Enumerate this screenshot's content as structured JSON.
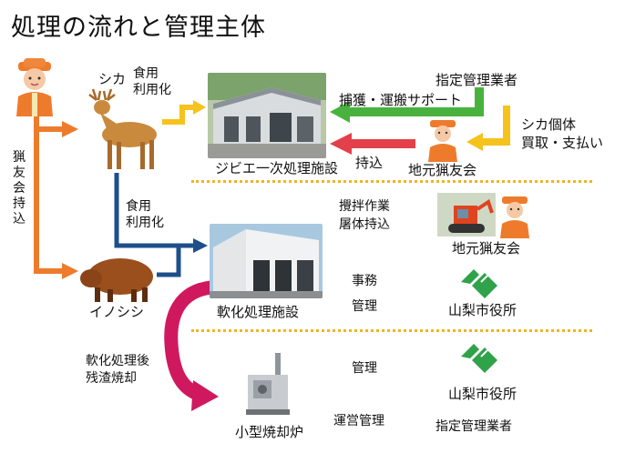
{
  "title": "処理の流れと管理主体",
  "labels": {
    "shika": "シカ",
    "food_use_1a": "食用",
    "food_use_1b": "利用化",
    "food_use_2a": "食用",
    "food_use_2b": "利用化",
    "inoshishi": "イノシシ",
    "ryouyuukai_mochikomi": [
      "猟",
      "友",
      "会",
      "持",
      "込"
    ],
    "gibier_facility": "ジビエ一次処理施設",
    "capture_support": "捕獲・運搬サポート",
    "mochikomi": "持込",
    "designated_manager_top": "指定管理業者",
    "deer_purchase_1": "シカ個体",
    "deer_purchase_2": "買取・支払い",
    "local_hunters_1": "地元猟友会",
    "stirring_1": "攪拌作業",
    "stirring_2": "屠体持込",
    "local_hunters_2": "地元猟友会",
    "jimu": "事務",
    "kanri_1": "管理",
    "softening_facility": "軟化処理施設",
    "yamanashi_1": "山梨市役所",
    "after_softening_1": "軟化処理後",
    "after_softening_2": "残渣焼却",
    "kanri_2": "管理",
    "yamanashi_2": "山梨市役所",
    "incinerator": "小型焼却炉",
    "operation_mgmt": "運営管理",
    "designated_manager_bottom": "指定管理業者"
  },
  "colors": {
    "orange_arrow": "#ee7b2c",
    "navy_arrow": "#1e4f8a",
    "yellow_arrow": "#f6c21c",
    "green_arrow": "#49b23e",
    "red_arrow": "#e3404b",
    "magenta_arrow": "#d0185f",
    "dotted_line": "#f2b324"
  },
  "icons": [
    "hunter-icon",
    "deer-icon",
    "boar-icon",
    "building-icon",
    "excavator-icon",
    "yamanashi-city-emblem-icon",
    "incinerator-icon"
  ]
}
